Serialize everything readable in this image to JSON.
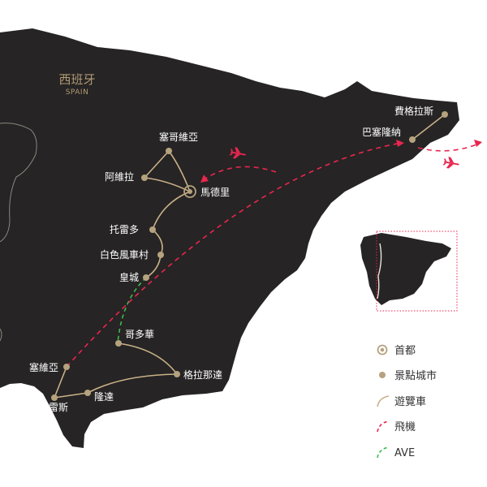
{
  "map": {
    "country_name": "西班牙",
    "country_name_en": "SPAIN",
    "colors": {
      "land": "#262424",
      "route_bus": "#c9b188",
      "route_flight": "#e8264f",
      "route_ave": "#3dbb4a",
      "city_dot": "#b5a27e",
      "text": "#ffffff",
      "inset_border": "#e8264f"
    },
    "cities": {
      "barcelona": "巴塞隆納",
      "figueres": "費格拉斯",
      "segovia": "塞哥維亞",
      "avila": "阿維拉",
      "madrid": "馬德里",
      "toledo": "托雷多",
      "white_villages": "白色風車村",
      "ciudad_real": "皇城",
      "cordoba": "哥多華",
      "granada": "格拉那達",
      "seville": "塞維亞",
      "jerez": "赫雷斯",
      "ronda": "隆達"
    }
  },
  "legend": {
    "items": [
      {
        "icon": "capital-icon",
        "label": "首都"
      },
      {
        "icon": "city-dot-icon",
        "label": "景點城市"
      },
      {
        "icon": "bus-route-icon",
        "label": "遊覽車"
      },
      {
        "icon": "flight-route-icon",
        "label": "飛機"
      },
      {
        "icon": "ave-route-icon",
        "label": "AVE"
      }
    ]
  }
}
